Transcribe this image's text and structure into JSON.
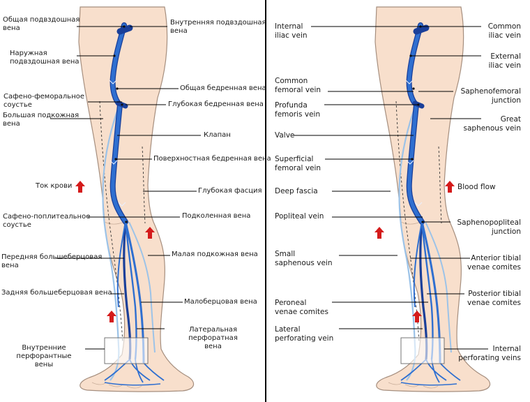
{
  "colors": {
    "skin": "#f8dfcc",
    "skin_outline": "#a58e7e",
    "vein": "#2f6fd0",
    "vein_dark": "#1a3f99",
    "arrow": "#d41b1b",
    "divider": "#000000"
  },
  "left_panel": {
    "language": "ru",
    "labels": [
      {
        "id": "common-iliac",
        "text": "Общая подвздошная\nвена"
      },
      {
        "id": "internal-iliac",
        "text": "Внутренняя подвздошная\nвена"
      },
      {
        "id": "external-iliac",
        "text": "Наружная\nподвздошная вена"
      },
      {
        "id": "common-femoral",
        "text": "Общая бедренная вена"
      },
      {
        "id": "saphenofemoral",
        "text": "Сафено-феморальное\nсоустье"
      },
      {
        "id": "profunda",
        "text": "Глубокая бедренная вена"
      },
      {
        "id": "great-saphenous",
        "text": "Большая подкожная\nвена"
      },
      {
        "id": "valve",
        "text": "Клапан"
      },
      {
        "id": "superficial-femoral",
        "text": "Поверхностная бедренная вена"
      },
      {
        "id": "blood-flow",
        "text": "Ток крови"
      },
      {
        "id": "deep-fascia",
        "text": "Глубокая фасция"
      },
      {
        "id": "saphenopopliteal",
        "text": "Сафено-поплитеальное\nсоустье"
      },
      {
        "id": "popliteal",
        "text": "Подколенная вена"
      },
      {
        "id": "small-saphenous",
        "text": "Малая подкожная вена"
      },
      {
        "id": "anterior-tibial",
        "text": "Передняя большеберцовая\nвена"
      },
      {
        "id": "posterior-tibial",
        "text": "Задняя большеберцовая вена"
      },
      {
        "id": "peroneal",
        "text": "Малоберцовая вена"
      },
      {
        "id": "lateral-perforating",
        "text": "Латеральная перфоратная\nвена"
      },
      {
        "id": "internal-perforating",
        "text": "Внутренние перфорантные\nвены"
      }
    ]
  },
  "right_panel": {
    "language": "en",
    "labels": [
      {
        "id": "internal-iliac",
        "text": "Internal\niliac vein"
      },
      {
        "id": "common-iliac",
        "text": "Common\niliac vein"
      },
      {
        "id": "external-iliac",
        "text": "External\niliac vein"
      },
      {
        "id": "common-femoral",
        "text": "Common\nfemoral vein"
      },
      {
        "id": "saphenofemoral",
        "text": "Saphenofemoral\njunction"
      },
      {
        "id": "profunda",
        "text": "Profunda\nfemoris vein"
      },
      {
        "id": "great-saphenous",
        "text": "Great\nsaphenous vein"
      },
      {
        "id": "valve",
        "text": "Valve"
      },
      {
        "id": "superficial-femoral",
        "text": "Superficial\nfemoral vein"
      },
      {
        "id": "deep-fascia",
        "text": "Deep fascia"
      },
      {
        "id": "blood-flow",
        "text": "Blood flow"
      },
      {
        "id": "popliteal",
        "text": "Popliteal vein"
      },
      {
        "id": "saphenopopliteal",
        "text": "Saphenopopliteal\njunction"
      },
      {
        "id": "small-saphenous",
        "text": "Small\nsaphenous vein"
      },
      {
        "id": "anterior-tibial",
        "text": "Anterior tibial\nvenae comites"
      },
      {
        "id": "posterior-tibial",
        "text": "Posterior tibial\nvenae comites"
      },
      {
        "id": "peroneal",
        "text": "Peroneal\nvenae comites"
      },
      {
        "id": "lateral-perforating",
        "text": "Lateral\nperforating vein"
      },
      {
        "id": "internal-perforating",
        "text": "Internal\nperforating veins"
      }
    ]
  }
}
